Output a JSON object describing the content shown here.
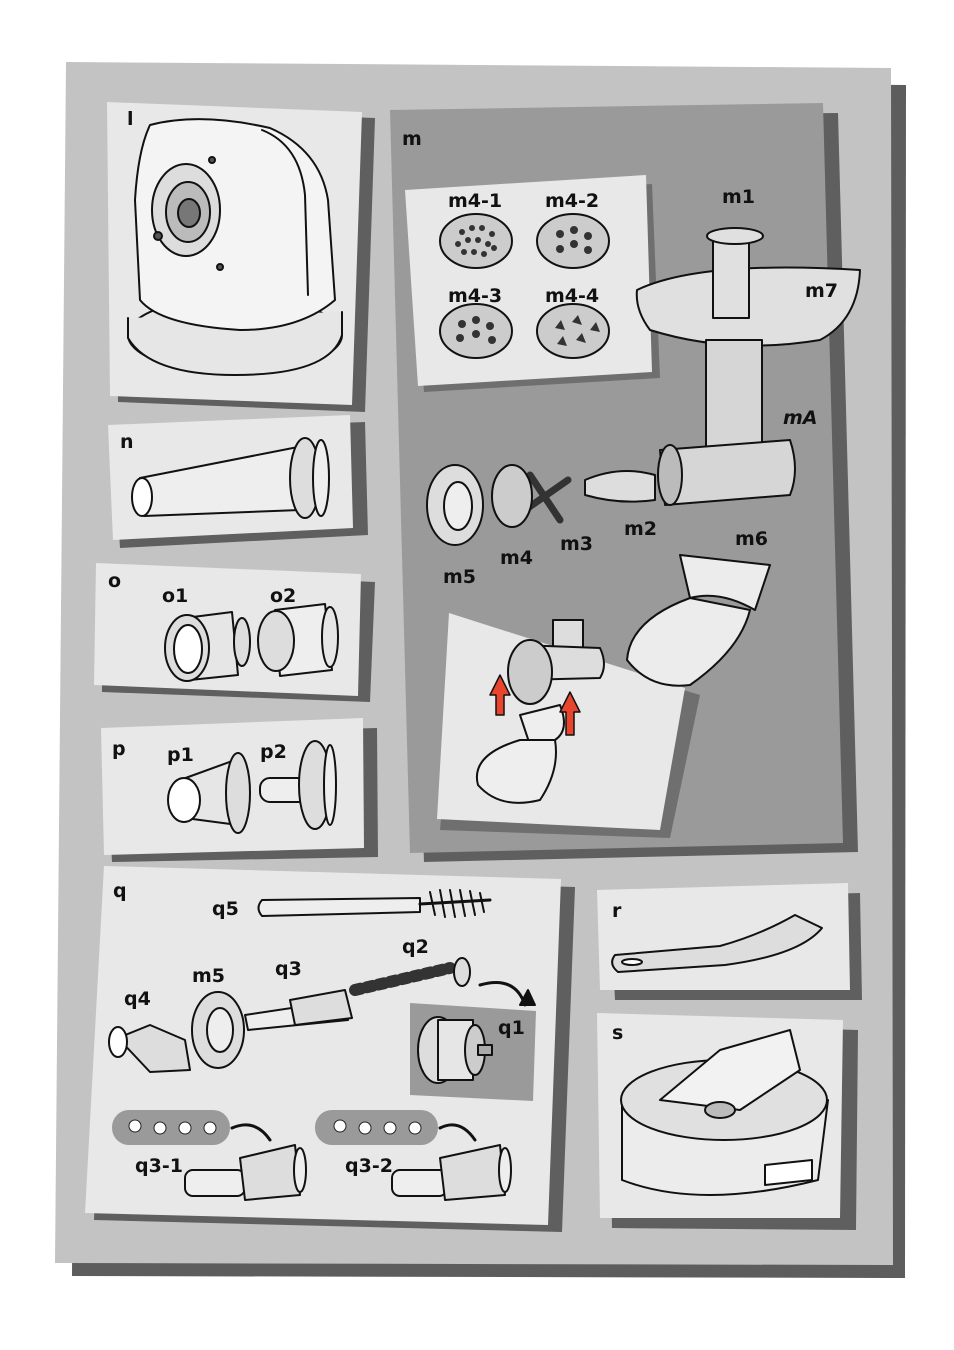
{
  "panels": {
    "l": {
      "label": "l"
    },
    "m": {
      "label": "m",
      "parts": {
        "m1": "m1",
        "m7": "m7",
        "mA": "mA",
        "m2": "m2",
        "m3": "m3",
        "m4": "m4",
        "m5": "m5",
        "m6": "m6"
      },
      "plates": [
        "m4-1",
        "m4-2",
        "m4-3",
        "m4-4"
      ]
    },
    "n": {
      "label": "n"
    },
    "o": {
      "label": "o",
      "parts": {
        "o1": "o1",
        "o2": "o2"
      }
    },
    "p": {
      "label": "p",
      "parts": {
        "p1": "p1",
        "p2": "p2"
      }
    },
    "q": {
      "label": "q",
      "parts": {
        "q1": "q1",
        "q2": "q2",
        "q3": "q3",
        "q4": "q4",
        "q5": "q5",
        "m5": "m5",
        "q3_1": "q3-1",
        "q3_2": "q3-2"
      }
    },
    "r": {
      "label": "r"
    },
    "s": {
      "label": "s"
    }
  },
  "colors": {
    "outer_bg": "#c3c3c3",
    "outer_shadow": "#5d5d5d",
    "panel_bg": "#e8e8e8",
    "dark_panel": "#9a9a9a",
    "arrow_red": "#e8452f"
  }
}
